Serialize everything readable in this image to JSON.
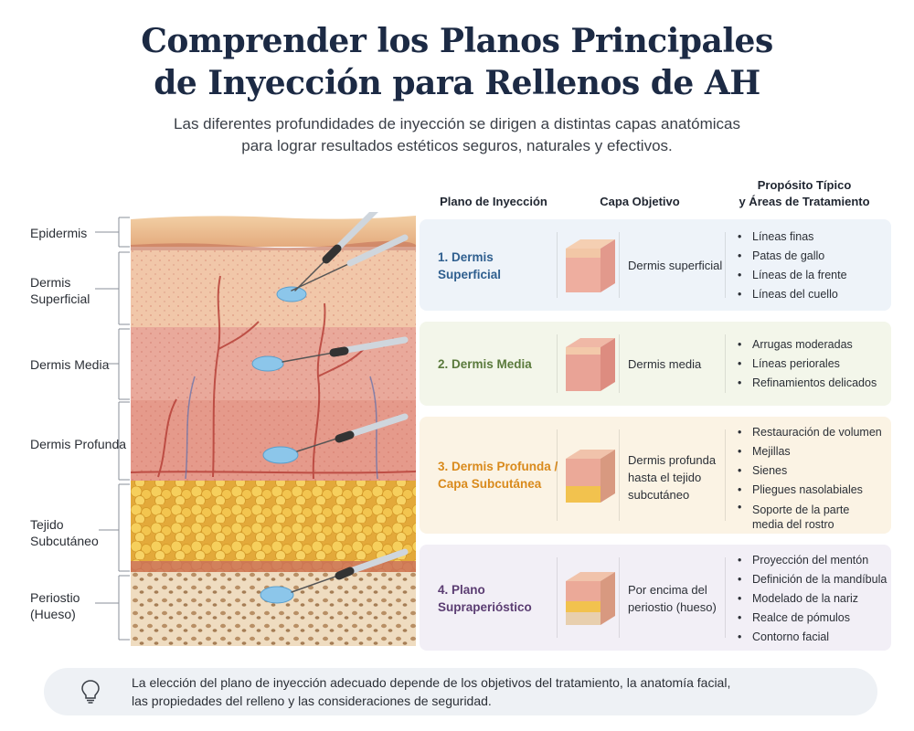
{
  "title": {
    "line1": "Comprender los Planos Principales",
    "line2": "de Inyección para Rellenos de AH"
  },
  "subtitle": {
    "line1": "Las diferentes profundidades de inyección se dirigen a distintas capas anatómicas",
    "line2": "para lograr resultados estéticos seguros, naturales y efectivos."
  },
  "layers": [
    {
      "lines": [
        "Epidermis"
      ]
    },
    {
      "lines": [
        "Dermis",
        "Superficial"
      ]
    },
    {
      "lines": [
        "Dermis Media"
      ]
    },
    {
      "lines": [
        "Dermis Profunda"
      ]
    },
    {
      "lines": [
        "Tejido",
        "Subcutáneo"
      ]
    },
    {
      "lines": [
        "Periostio",
        "(Hueso)"
      ]
    }
  ],
  "columns": {
    "plane": "Plano de Inyección",
    "target": "Capa Objetivo",
    "purpose_line1": "Propósito Típico",
    "purpose_line2": "y Áreas de Tratamiento"
  },
  "rows": [
    {
      "name": [
        "1. Dermis",
        "Superficial"
      ],
      "target": [
        "Dermis superficial"
      ],
      "purposes": [
        "Líneas finas",
        "Patas de gallo",
        "Líneas de la frente",
        "Líneas del cuello"
      ],
      "color": "#2f5f8f",
      "bg": "#eef3f9"
    },
    {
      "name": [
        "2. Dermis Media"
      ],
      "target": [
        "Dermis media"
      ],
      "purposes": [
        "Arrugas moderadas",
        "Líneas periorales",
        "Refinamientos delicados"
      ],
      "color": "#5a7a3c",
      "bg": "#f3f6ea"
    },
    {
      "name": [
        "3. Dermis Profunda /",
        "Capa Subcutánea"
      ],
      "target": [
        "Dermis profunda",
        "hasta el tejido",
        "subcutáneo"
      ],
      "purposes": [
        "Restauración de volumen",
        "Mejillas",
        "Sienes",
        "Pliegues nasolabiales",
        "Soporte de la parte",
        "media del rostro"
      ],
      "color": "#d98a1c",
      "bg": "#fbf3e4"
    },
    {
      "name": [
        "4. Plano",
        "Supraperióstico"
      ],
      "target": [
        "Por encima del",
        "periostio (hueso)"
      ],
      "purposes": [
        "Proyección del mentón",
        "Definición de la mandíbula",
        "Modelado de la nariz",
        "Realce de pómulos",
        "Contorno facial"
      ],
      "color": "#5b3d72",
      "bg": "#f2eff6"
    }
  ],
  "footer": {
    "line1": "La elección del plano de inyección adecuado depende de los objetivos del tratamiento, la anatomía facial,",
    "line2": "las propiedades del relleno y las consideraciones de seguridad."
  },
  "icons": {
    "footer": "lightbulb-icon",
    "syringe": "syringe-icon"
  },
  "colors": {
    "title": "#1c2a44",
    "epidermis": "#e9b98c",
    "dermis": "#e7a59a",
    "fat": "#f0c54a",
    "bone": "#ecd9bd",
    "filler": "#8cc6ea"
  }
}
